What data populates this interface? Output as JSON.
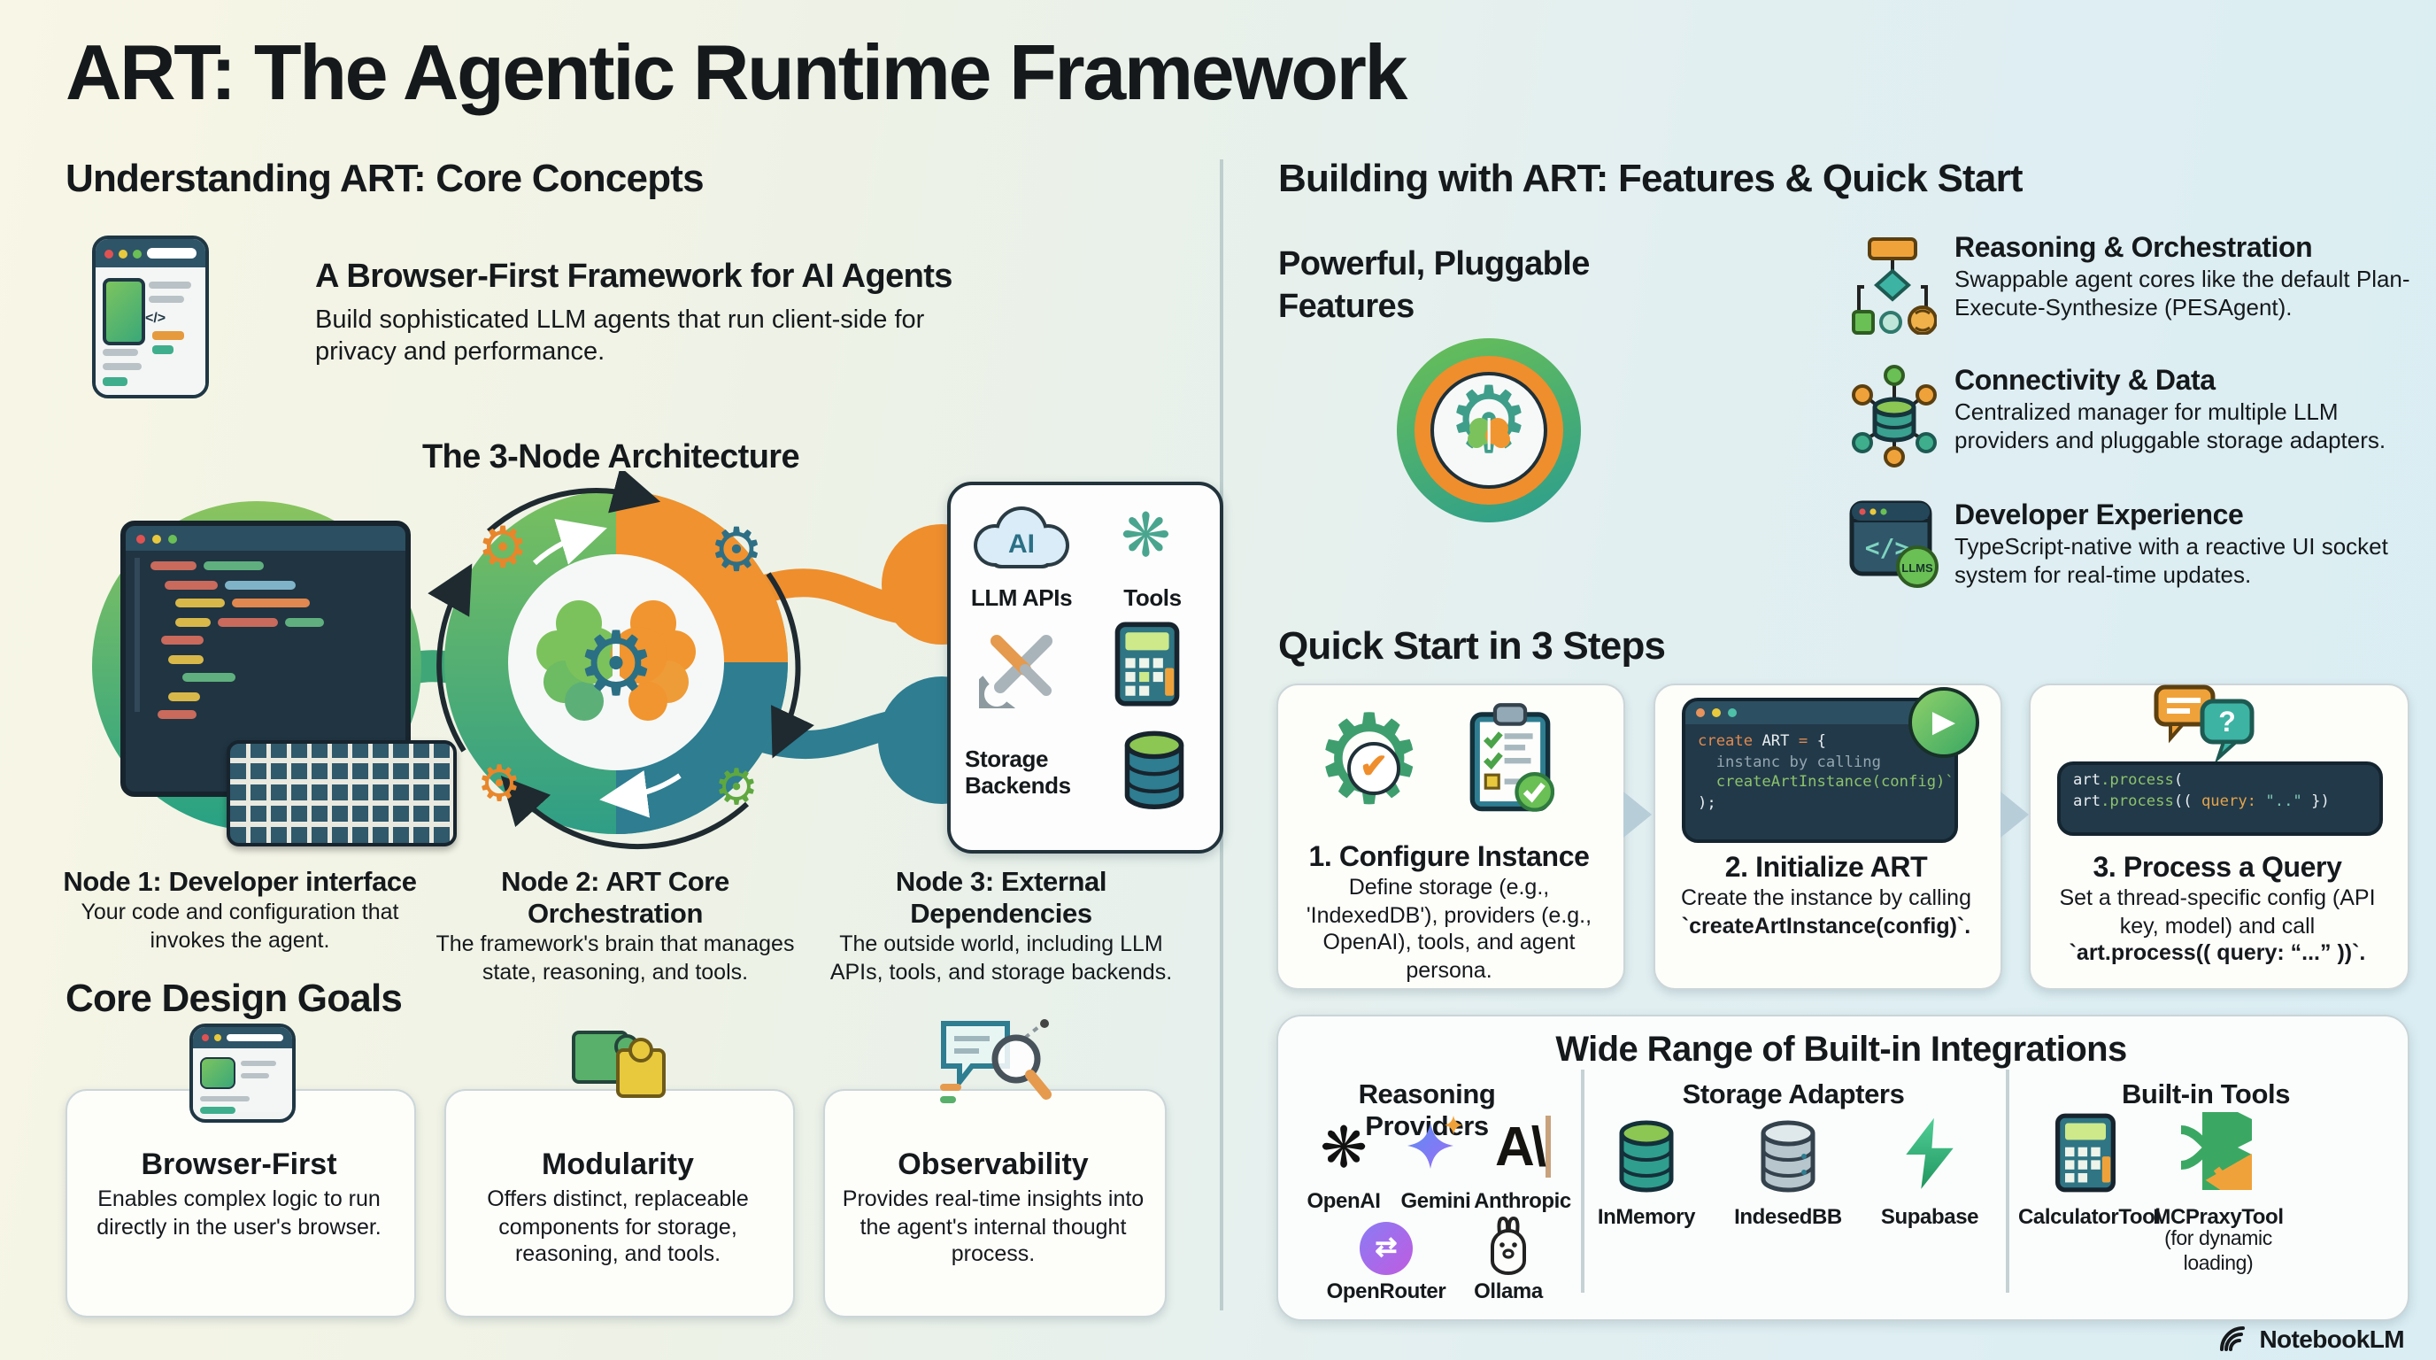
{
  "title": "ART: The Agentic Runtime Framework",
  "footer": {
    "brand": "NotebookLM"
  },
  "colors": {
    "green": "#5cb26a",
    "teal": "#2e7d91",
    "orange": "#ef8e2d",
    "dark": "#1f3744",
    "bg_left": "#f8f6e6",
    "bg_right": "#d9edf3"
  },
  "icons": {
    "ai_cloud_label": "AI",
    "code_glyph": "</>",
    "llms_badge": "LLMS",
    "anthropic_glyph": "A\\",
    "question_mark": "?"
  },
  "left": {
    "header": "Understanding ART: Core Concepts",
    "intro": {
      "title": "A Browser-First Framework for AI Agents",
      "desc": "Build sophisticated LLM agents that run client-side for privacy and performance."
    },
    "architecture": {
      "title": "The 3-Node Architecture",
      "external_box": {
        "llm_apis": "LLM APIs",
        "tools": "Tools",
        "storage": "Storage Backends"
      },
      "nodes": [
        {
          "title": "Node 1: Developer interface",
          "desc": "Your code and configuration that invokes the agent."
        },
        {
          "title": "Node 2: ART Core Orchestration",
          "desc": "The framework's brain that manages state, reasoning, and tools."
        },
        {
          "title": "Node 3: External Dependencies",
          "desc": "The outside world, including LLM APIs, tools, and storage backends."
        }
      ]
    },
    "design_goals": {
      "title": "Core Design Goals",
      "cards": [
        {
          "title": "Browser-First",
          "desc": "Enables complex logic to run directly in the user's browser."
        },
        {
          "title": "Modularity",
          "desc": "Offers distinct, replaceable components for storage, reasoning, and tools."
        },
        {
          "title": "Observability",
          "desc": "Provides real-time insights into the agent's internal thought process."
        }
      ]
    }
  },
  "right": {
    "header": "Building with ART: Features & Quick Start",
    "features": {
      "title": "Powerful, Pluggable Features",
      "items": [
        {
          "title": "Reasoning & Orchestration",
          "desc": "Swappable agent cores like the default Plan-Execute-Synthesize (PESAgent)."
        },
        {
          "title": "Connectivity & Data",
          "desc": "Centralized manager for multiple LLM providers and pluggable storage adapters."
        },
        {
          "title": "Developer Experience",
          "desc": "TypeScript-native with a reactive UI socket system for real-time updates."
        }
      ]
    },
    "quick_start": {
      "title": "Quick Start in 3 Steps",
      "steps": [
        {
          "title": "1. Configure Instance",
          "desc": "Define storage (e.g., 'IndexedDB'), providers (e.g., OpenAI), tools, and agent persona.",
          "code_inline": ""
        },
        {
          "title": "2. Initialize ART",
          "desc": "Create the instance by calling",
          "code_inline": "`createArtInstance(config)`.",
          "code": {
            "l1a": "create ",
            "l1b": "ART ",
            "l1c": "= ",
            "l1d": "{",
            "l2": "  instanc by calling",
            "l3": "  createArtInstance(config)`",
            "l4": ");"
          }
        },
        {
          "title": "3. Process a Query",
          "desc": "Set a thread-specific config (API key, model) and call",
          "code_inline": "`art.process(( query: “...” ))`.",
          "code": {
            "l1a": "art",
            "l1b": ".process",
            "l1c": "(",
            "l2a": "art",
            "l2b": ".process",
            "l2c": "(( ",
            "l2d": "query: ",
            "l2e": "\"..\" ",
            "l2f": "})"
          }
        }
      ]
    },
    "integrations": {
      "title": "Wide Range of Built-in Integrations",
      "columns": [
        {
          "title": "Reasoning Providers"
        },
        {
          "title": "Storage Adapters"
        },
        {
          "title": "Built-in Tools"
        }
      ],
      "providers": [
        "OpenAI",
        "Gemini",
        "Anthropic",
        "OpenRouter",
        "Ollama"
      ],
      "storage": [
        "InMemory",
        "IndesedBB",
        "Supabase"
      ],
      "tools": [
        "CalculatorTool",
        "MCPraxyTool"
      ],
      "tools_note": "(for dynamic loading)"
    }
  }
}
